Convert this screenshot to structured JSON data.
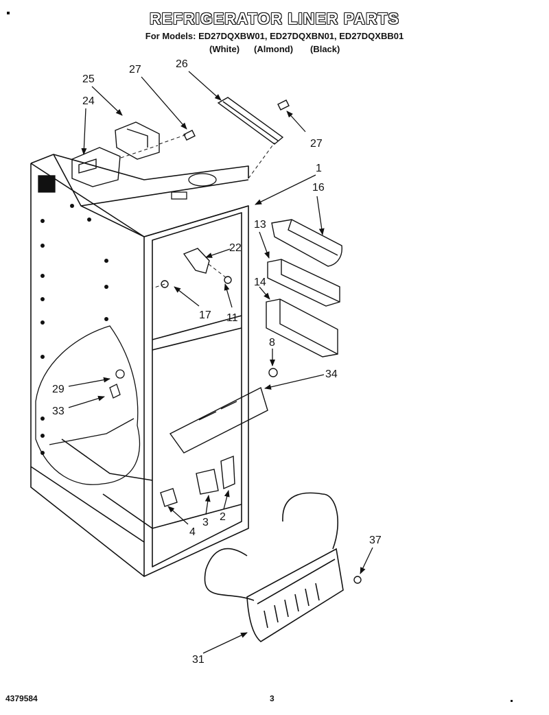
{
  "header": {
    "title": "REFRIGERATOR LINER PARTS",
    "models": "For Models: ED27DQXBW01, ED27DQXBN01, ED27DQXBB01",
    "colors": [
      "(White)",
      "(Almond)",
      "(Black)"
    ]
  },
  "callouts": [
    "25",
    "27",
    "26",
    "24",
    "27",
    "1",
    "16",
    "13",
    "22",
    "14",
    "17",
    "11",
    "8",
    "34",
    "29",
    "33",
    "2",
    "3",
    "4",
    "37",
    "31"
  ],
  "footer": {
    "doc_number": "4379584",
    "page": "3"
  }
}
